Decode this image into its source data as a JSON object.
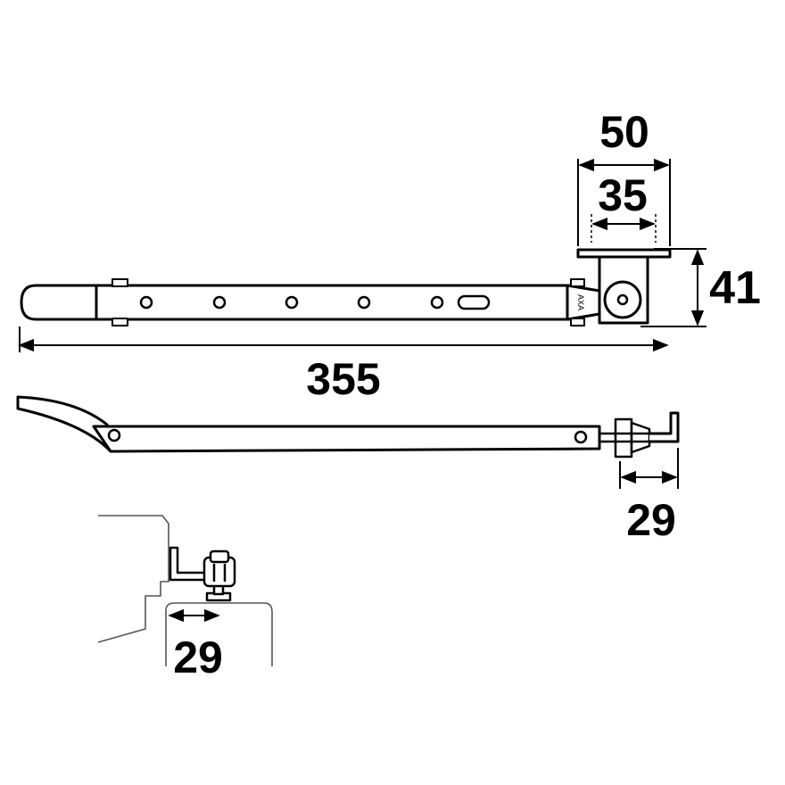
{
  "brand": "AXA",
  "dimensions": {
    "overall_length": "355",
    "bracket_outer_width": "50",
    "bracket_inner_width": "35",
    "bracket_height": "41",
    "pin_offset_side_view": "29",
    "pin_offset_installed_view": "29"
  },
  "colors": {
    "line": "#000000",
    "fill": "#ffffff",
    "frame_line": "#555555"
  }
}
